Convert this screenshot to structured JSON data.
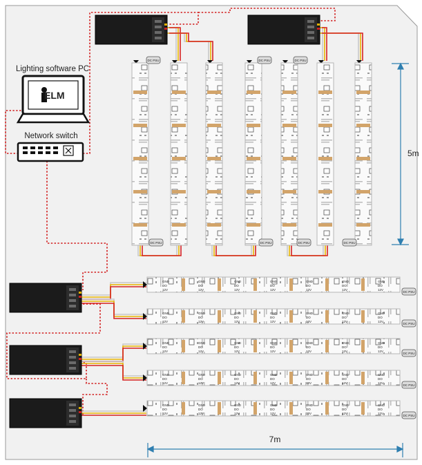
{
  "labels": {
    "pc": "Lighting software PC",
    "switch": "Network switch",
    "logo": "ELM",
    "dim_vertical": "5m",
    "dim_horizontal": "7m",
    "psu": "DC PSU"
  },
  "strip_text": {
    "gnd": "GND",
    "dat": "DO",
    "v12": "12V"
  },
  "colors": {
    "bg_panel": "#f1f1f1",
    "panel_border": "#9a9a9a",
    "controller": "#1b1b1b",
    "network_cable": "#d11a1a",
    "wire_red": "#d62020",
    "wire_yellow": "#e8b400",
    "wire_black": "#222222",
    "wire_white": "#ffffff",
    "strip_body": "#fafafa",
    "strip_border": "#b5b5b5",
    "copper_pad": "#d2a46a",
    "dimension": "#2f7fb0"
  }
}
